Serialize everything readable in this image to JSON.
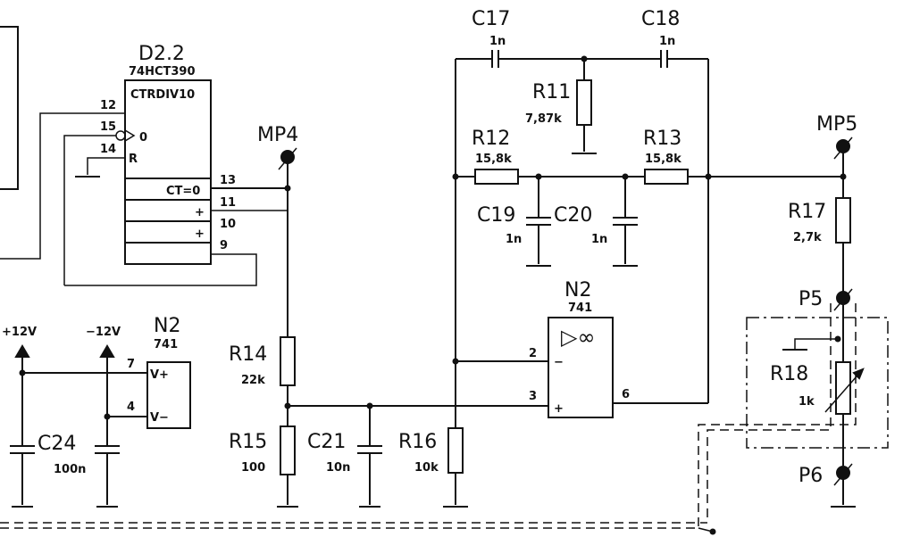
{
  "d22": {
    "ref": "D2.2",
    "part": "74HCT390",
    "func": "CTRDIV10",
    "ct": "CT=0",
    "plus": "+",
    "pin_a": "12",
    "pin_b": "15",
    "pin_c": "14",
    "pin_d": "13",
    "pin_e": "11",
    "pin_f": "10",
    "pin_g": "9",
    "q": "0",
    "r": "R"
  },
  "mp4": "MP4",
  "mp5": "MP5",
  "c17": {
    "ref": "C17",
    "val": "1n"
  },
  "c18": {
    "ref": "C18",
    "val": "1n"
  },
  "r11": {
    "ref": "R11",
    "val": "7,87k"
  },
  "r12": {
    "ref": "R12",
    "val": "15,8k"
  },
  "r13": {
    "ref": "R13",
    "val": "15,8k"
  },
  "c19": {
    "ref": "C19",
    "val": "1n"
  },
  "c20": {
    "ref": "C20",
    "val": "1n"
  },
  "n2a": {
    "ref": "N2",
    "part": "741",
    "sym": "▷∞",
    "pin2": "2",
    "pin3": "3",
    "pin6": "6",
    "minus": "−",
    "plus": "+"
  },
  "r17": {
    "ref": "R17",
    "val": "2,7k"
  },
  "p5": "P5",
  "p6": "P6",
  "r18": {
    "ref": "R18",
    "val": "1k"
  },
  "r14": {
    "ref": "R14",
    "val": "22k"
  },
  "r15": {
    "ref": "R15",
    "val": "100"
  },
  "c21": {
    "ref": "C21",
    "val": "10n"
  },
  "r16": {
    "ref": "R16",
    "val": "10k"
  },
  "supply": {
    "pos": "+12V",
    "neg": "−12V"
  },
  "n2b": {
    "ref": "N2",
    "part": "741",
    "vplus": "V+",
    "vminus": "V−",
    "pin7": "7",
    "pin4": "4"
  },
  "c24": {
    "ref": "C24",
    "val": "100n"
  }
}
